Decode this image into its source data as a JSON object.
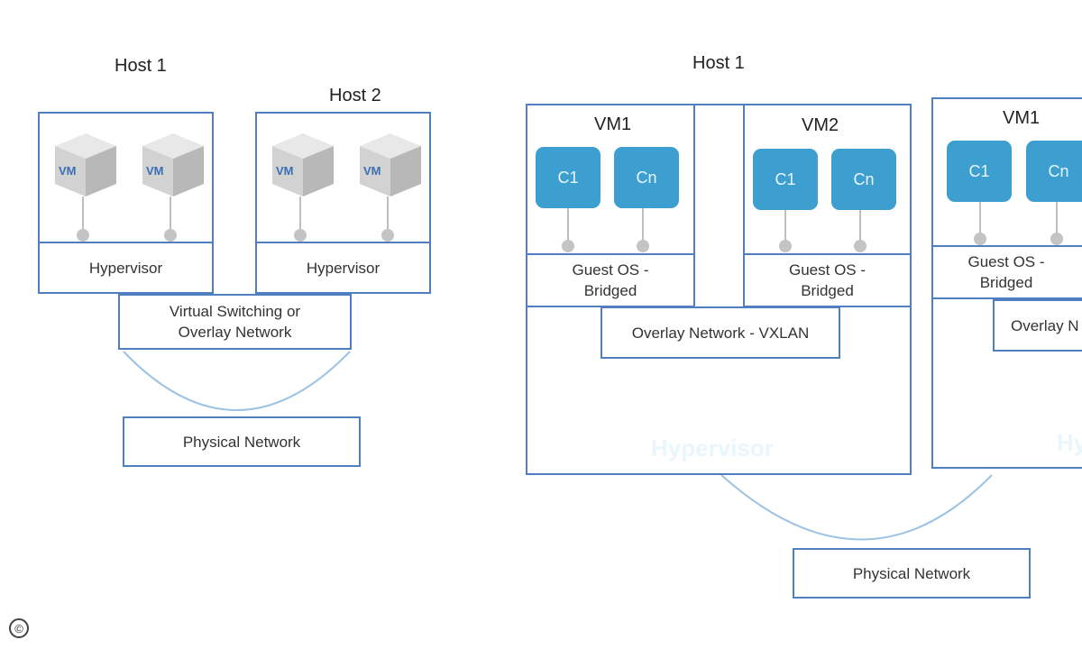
{
  "left": {
    "host1_title": "Host 1",
    "host2_title": "Host 2",
    "vm_badge": "VM",
    "host1_hypervisor": "Hypervisor",
    "host2_hypervisor": "Hypervisor",
    "switching_line1": "Virtual Switching or",
    "switching_line2": "Overlay Network",
    "physical": "Physical Network"
  },
  "right": {
    "host_title": "Host 1",
    "vm1_title": "VM1",
    "vm2_title": "VM2",
    "vm3_title": "VM1",
    "c1": "C1",
    "cn": "Cn",
    "guest_line1": "Guest OS -",
    "guest_line2": "Bridged",
    "overlay": "Overlay Network - VXLAN",
    "overlay_partial": "Overlay N",
    "hypervisor": "Hypervisor",
    "hypervisor_partial": "Hy",
    "physical": "Physical Network"
  },
  "footer": {
    "copyright_symbol": "©"
  },
  "colors": {
    "box_border": "#4f7fc0",
    "container_fill": "#3c9fd0",
    "hypervisor_fill": "#45a9d8",
    "wire": "#9cc3e4"
  },
  "icons": [
    "vm-cube-icon",
    "copyright-icon"
  ]
}
